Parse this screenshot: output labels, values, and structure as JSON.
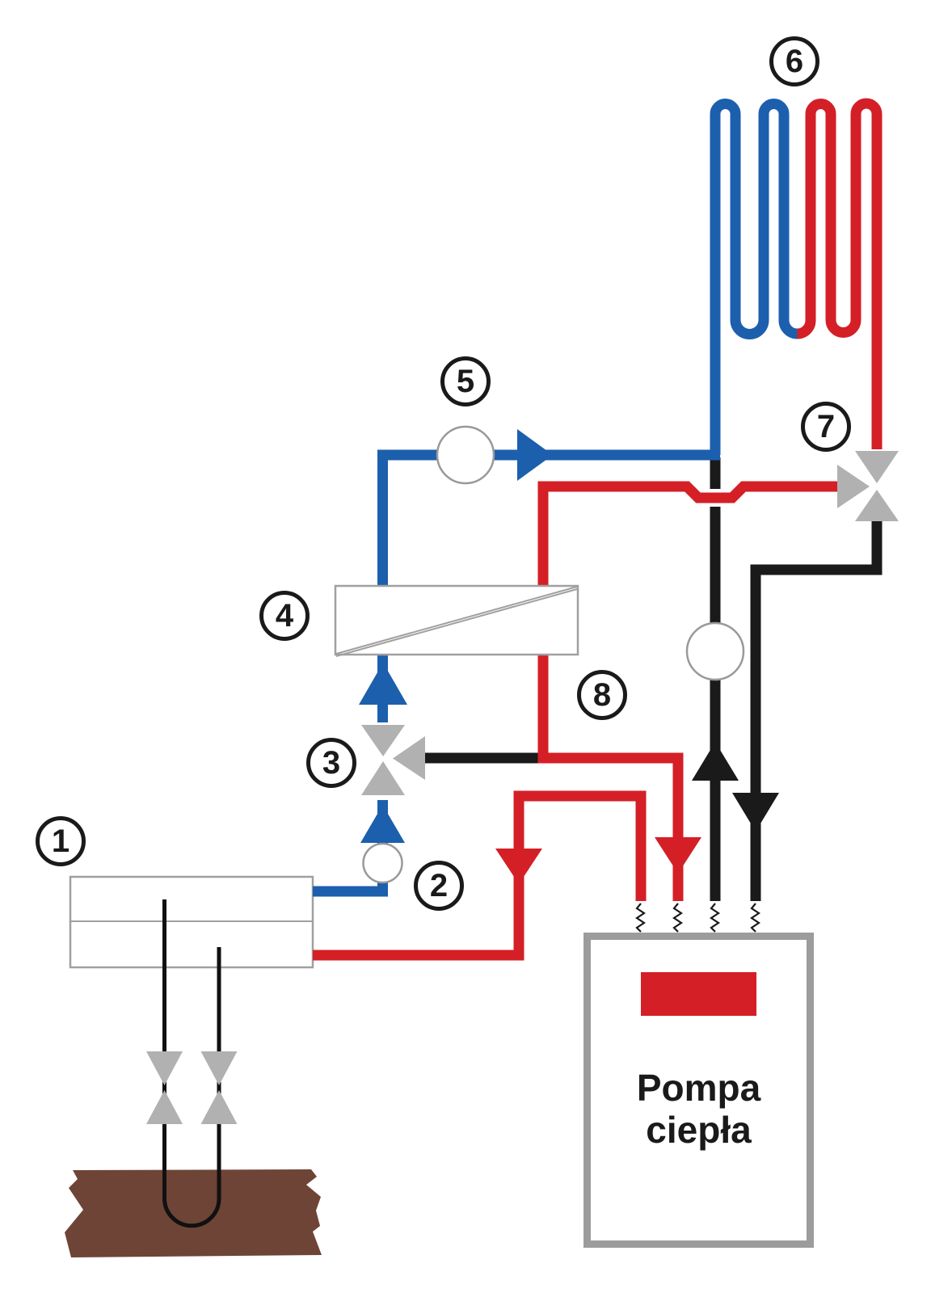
{
  "diagram": {
    "type": "heat-pump-ground-source-schematic",
    "component_labels": [
      {
        "text": "1"
      },
      {
        "text": "2"
      },
      {
        "text": "3"
      },
      {
        "text": "4"
      },
      {
        "text": "5"
      },
      {
        "text": "6"
      },
      {
        "text": "7"
      },
      {
        "text": "8"
      }
    ],
    "heat_pump_unit": {
      "label_line1": "Pompa",
      "label_line2": "ciepła"
    },
    "colors": {
      "cold_pipe_blue": "#1c5fad",
      "hot_pipe_red": "#d41f26",
      "neutral_pipe_black": "#1a1a1a",
      "valve_gray": "#b1b1b1",
      "ground_brown": "#6e4437",
      "outline_gray": "#9c9c9c"
    },
    "icons": {
      "pump-icon": "white circle on pipe",
      "three-way-valve-icon": "three gray triangles meeting at a point",
      "shutoff-valve-icon": "gray bowtie (two triangles)",
      "flow-arrow-icon": "solid triangle on pipe",
      "flex-connector-icon": "small vertical zigzag spring",
      "heat-exchanger-icon": "rectangle with diagonal divider",
      "ground-loop-icon": "U-pipe descending into soil",
      "floor-heating-coil-icon": "serpentine coil, blue half and red half"
    }
  }
}
